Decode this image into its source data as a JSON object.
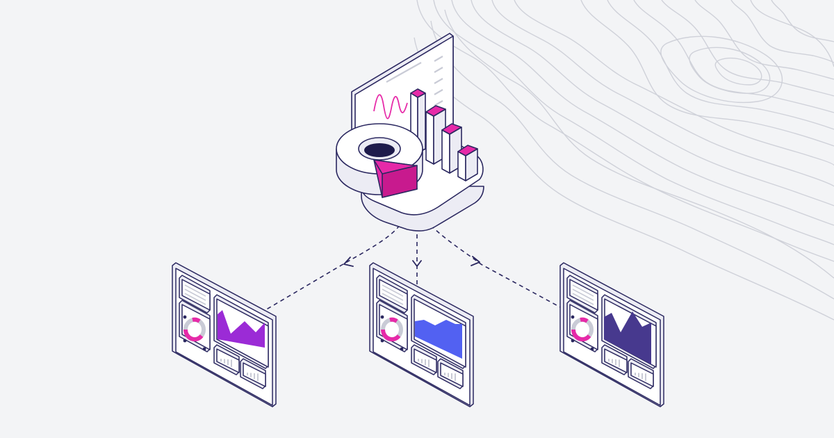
{
  "colors": {
    "background": "#f3f4f6",
    "outline": "#2b2860",
    "face": "#ffffff",
    "face_shade": "#ececf4",
    "magenta": "#e62aa8",
    "magenta_dark": "#c81a8e",
    "gray": "#c9cbd6",
    "contour": "#cfd1d9",
    "area_purple": "#9b2bd6",
    "area_blue": "#5261f2",
    "area_indigo": "#47398e"
  },
  "diagram": {
    "hub": {
      "name": "analytics-hub",
      "chart_kinds": [
        "line-chart",
        "donut-chart",
        "bar-chart"
      ]
    },
    "dashboards": [
      {
        "name": "dashboard-left",
        "area_color_key": "area_purple"
      },
      {
        "name": "dashboard-center",
        "area_color_key": "area_blue"
      },
      {
        "name": "dashboard-right",
        "area_color_key": "area_indigo"
      }
    ],
    "connectors": [
      "connector-left",
      "connector-center",
      "connector-right"
    ]
  }
}
